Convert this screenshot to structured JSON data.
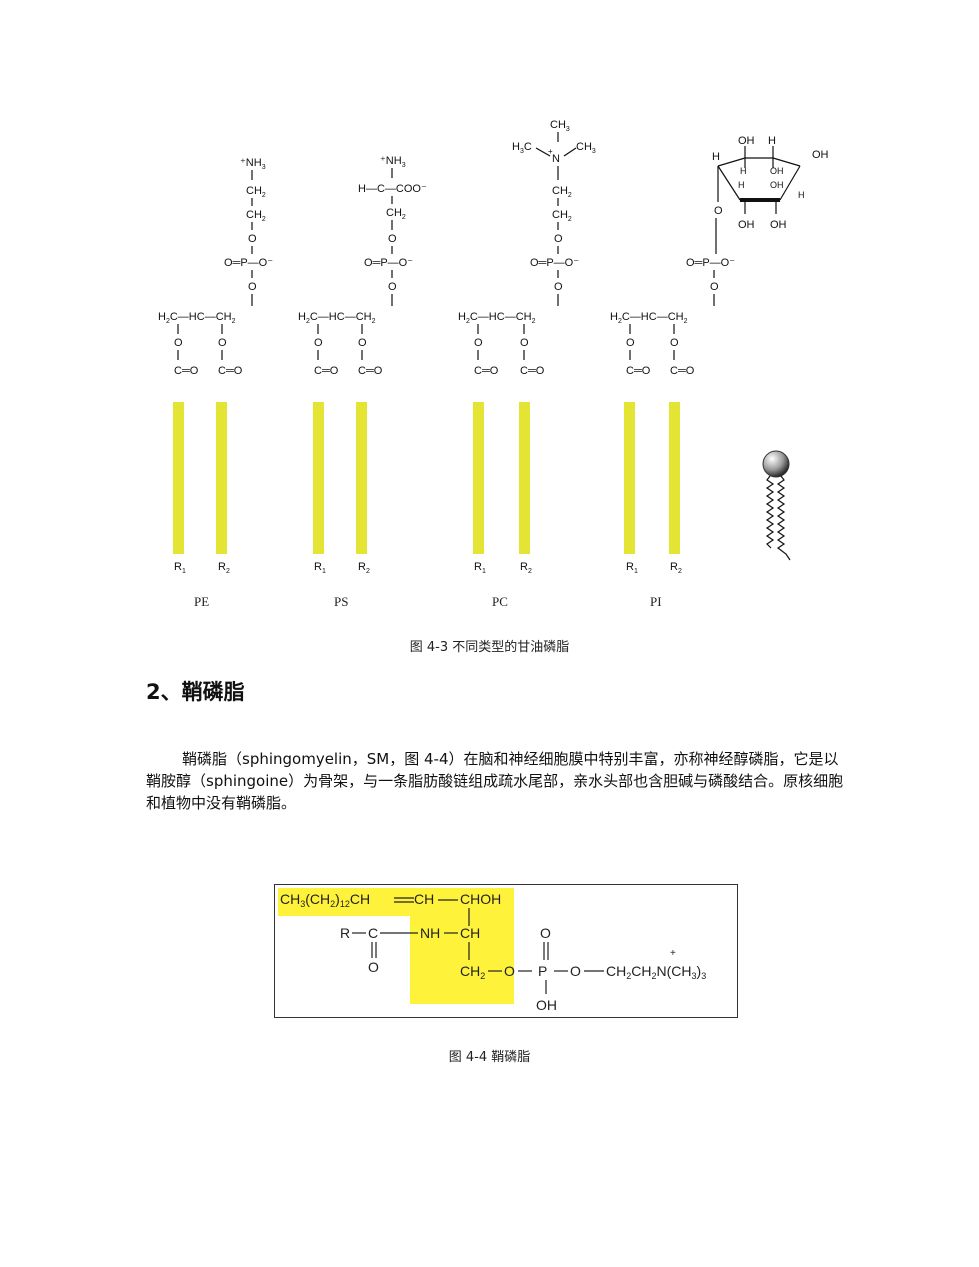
{
  "figure_4_3": {
    "caption": "图 4-3 不同类型的甘油磷脂",
    "lipids": [
      {
        "name": "PE",
        "head_groups": [
          "⁺NH₃",
          "CH₂",
          "CH₂"
        ]
      },
      {
        "name": "PS",
        "head_groups": [
          "⁺NH₃",
          "H—C—COO⁻",
          "CH₂"
        ]
      },
      {
        "name": "PC",
        "head_groups": [
          "CH₃",
          "H₃C—N⁺—CH₃",
          "CH₂",
          "CH₂"
        ]
      },
      {
        "name": "PI",
        "head_groups": [
          "inositol ring"
        ]
      }
    ],
    "tail_labels": [
      "R₁",
      "R₂"
    ],
    "colors": {
      "tail": "#e4e434",
      "highlight": "#fff23a"
    }
  },
  "section": {
    "heading": "2、鞘磷脂",
    "paragraph": "鞘磷脂（sphingomyelin，SM，图 4-4）在脑和神经细胞膜中特别丰富，亦称神经醇磷脂，它是以鞘胺醇（sphingoine）为骨架，与一条脂肪酸链组成疏水尾部，亲水头部也含胆碱与磷酸结合。原核细胞和植物中没有鞘磷脂。"
  },
  "figure_4_4": {
    "caption": "图 4-4 鞘磷脂"
  }
}
